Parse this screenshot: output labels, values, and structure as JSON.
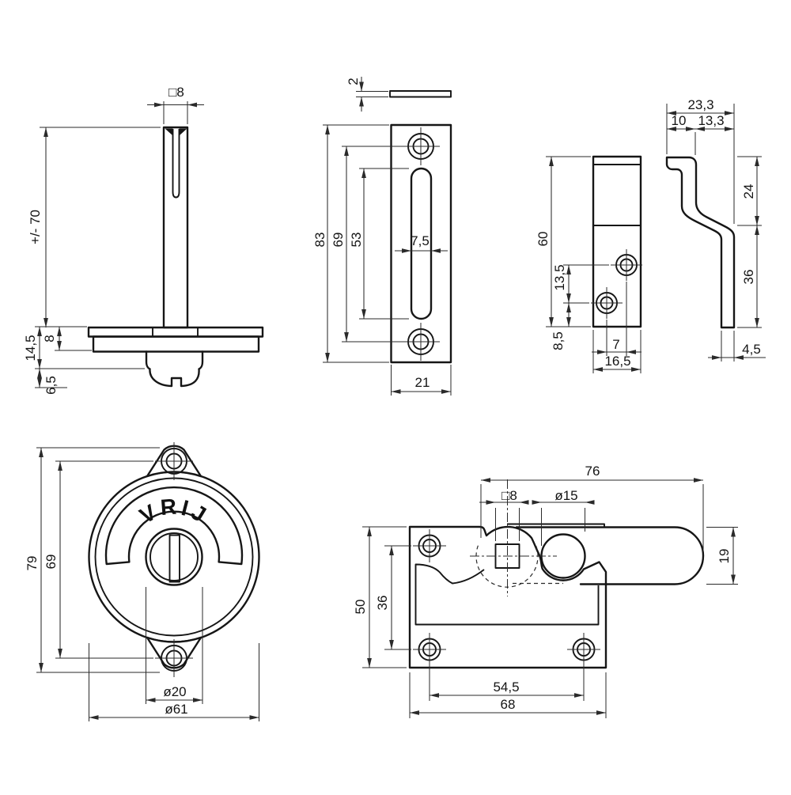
{
  "meta": {
    "background": "#ffffff",
    "line_color": "#161616",
    "drawing_type": "technical-drawing"
  },
  "spindle": {
    "square": "□8",
    "length": "+/- 70",
    "flange_total": "14,5",
    "plate_thickness": "8",
    "knob_depth": "6,5"
  },
  "keep_plate": {
    "thickness": "2",
    "height": "83",
    "hole_spacing": "69",
    "slot_length": "53",
    "slot_width": "7,5",
    "width": "21"
  },
  "bracket_front": {
    "height": "60",
    "hole_offset": "13,5",
    "hole_bottom": "8,5",
    "hole_spacing": "7",
    "width": "16,5"
  },
  "bracket_side": {
    "total_width": "23,3",
    "left_part": "10",
    "right_part": "13,3",
    "upper_height": "24",
    "lower_height": "36",
    "thickness": "4,5"
  },
  "rosette": {
    "label": "VRIJ",
    "height": "79",
    "hole_spacing": "69",
    "knob_diameter": "ø20",
    "diameter": "ø61"
  },
  "latch": {
    "arm_length": "76",
    "square": "□8",
    "pivot_diameter": "ø15",
    "arm_height": "19",
    "plate_height": "50",
    "hole_vertical": "36",
    "hole_horizontal": "54,5",
    "plate_width": "68"
  }
}
